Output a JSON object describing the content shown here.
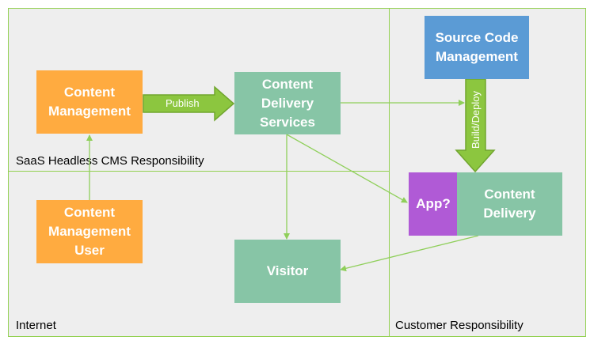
{
  "regions": {
    "saas": "SaaS Headless CMS Responsibility",
    "internet": "Internet",
    "customer": "Customer Responsibility"
  },
  "nodes": {
    "content_management": "Content\nManagement",
    "content_delivery_services": "Content\nDelivery\nServices",
    "source_code_management": "Source Code\nManagement",
    "content_management_user": "Content\nManagement\nUser",
    "visitor": "Visitor",
    "app": "App?",
    "content_delivery": "Content\nDelivery"
  },
  "edges": {
    "publish": "Publish",
    "build_deploy": "Build/Deploy"
  },
  "colors": {
    "region_border": "#92d050",
    "region_fill": "#eeeeee",
    "orange": "#ffab40",
    "green": "#87c5a6",
    "blue": "#5b9bd5",
    "purple": "#b05ad6",
    "arrow": "#8fcf5a"
  }
}
